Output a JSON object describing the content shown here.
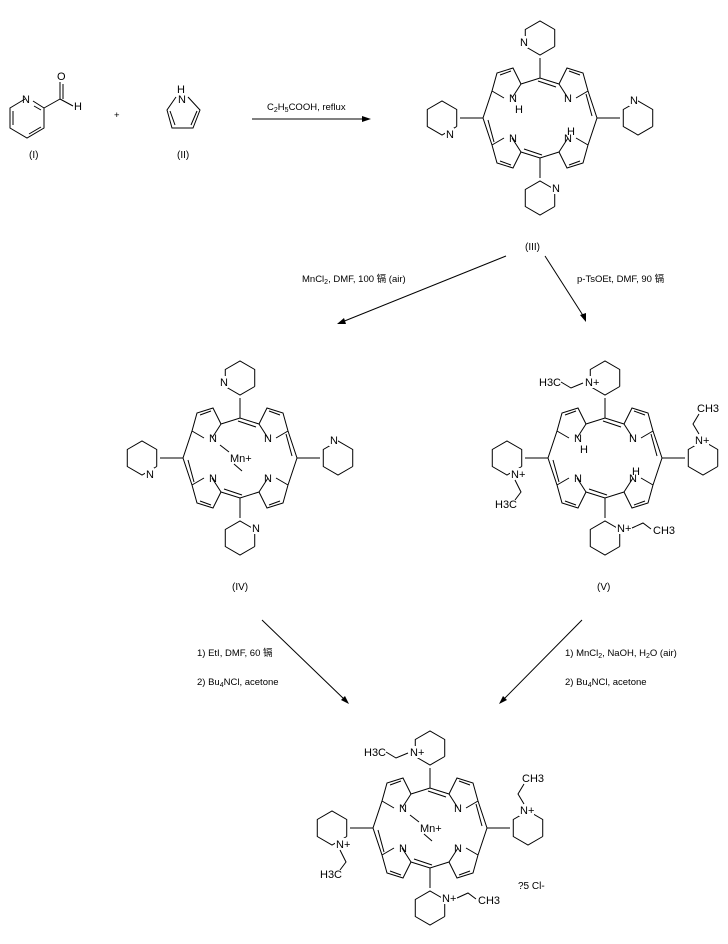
{
  "compounds": {
    "I": {
      "label": "(I)",
      "name": "pyridine-2-carbaldehyde"
    },
    "II": {
      "label": "(II)",
      "name": "pyrrole"
    },
    "III": {
      "label": "(III)",
      "name": "tetra(2-pyridyl)porphyrin"
    },
    "IV": {
      "label": "(IV)",
      "name": "Mn(III) tetra(2-pyridyl)porphyrin",
      "metal": "Mn+"
    },
    "V": {
      "label": "(V)",
      "name": "tetrakis(N-ethylpyridinium-2-yl)porphyrin"
    },
    "VI": {
      "label": "",
      "name": "Mn(III) tetrakis(N-ethylpyridinium-2-yl)porphyrin",
      "metal": "Mn+",
      "counterion": "?5 Cl-"
    }
  },
  "plus_sign": "+",
  "atoms": {
    "N": "N",
    "H": "H",
    "O": "O",
    "NH": "NH",
    "Nplus": "N+",
    "CH3": "CH3",
    "H3C": "H3C"
  },
  "reactions": {
    "step1": {
      "reagents_main": "C",
      "sub1": "2",
      "mid1": "H",
      "sub2": "5",
      "rest": "COOH, reflux"
    },
    "step2": {
      "pre": "MnCl",
      "sub": "2",
      "post": ", DMF, 100 镉 (air)"
    },
    "step3": {
      "text": "p-TsOEt, DMF, 90 镉"
    },
    "step4": {
      "line1": "1) EtI, DMF, 60 镉",
      "line2_pre": "2) Bu",
      "line2_sub": "4",
      "line2_post": "NCl, acetone"
    },
    "step5": {
      "line1_pre": "1) MnCl",
      "line1_sub": "2",
      "line1_mid": ", NaOH, H",
      "line1_sub2": "2",
      "line1_post": "O (air)",
      "line2_pre": "2) Bu",
      "line2_sub": "4",
      "line2_post": "NCl, acetone"
    }
  }
}
